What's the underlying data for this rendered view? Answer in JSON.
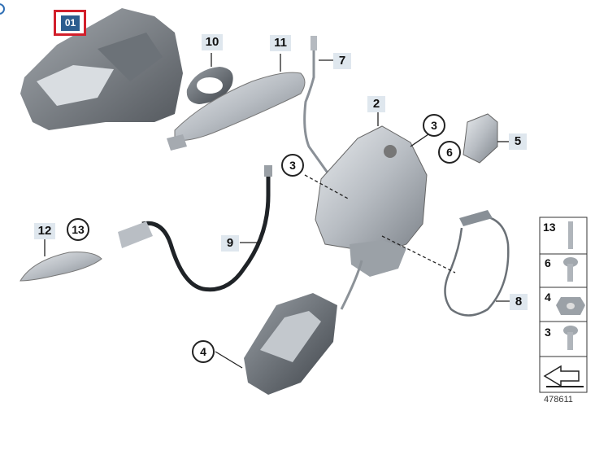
{
  "diagram_id": "478611",
  "group_tag": "01",
  "parts": [
    {
      "no": "2"
    },
    {
      "no": "3"
    },
    {
      "no": "4"
    },
    {
      "no": "5"
    },
    {
      "no": "6"
    },
    {
      "no": "7"
    },
    {
      "no": "8"
    },
    {
      "no": "9"
    },
    {
      "no": "10"
    },
    {
      "no": "11"
    },
    {
      "no": "12"
    },
    {
      "no": "13"
    }
  ],
  "legend": [
    "13",
    "6",
    "4",
    "3"
  ],
  "colors": {
    "tag_border": "#d21f2b",
    "tag_fill": "#2c5d8f",
    "label_bg": "#dfe7ee",
    "part_gray": "#b9bec4"
  }
}
